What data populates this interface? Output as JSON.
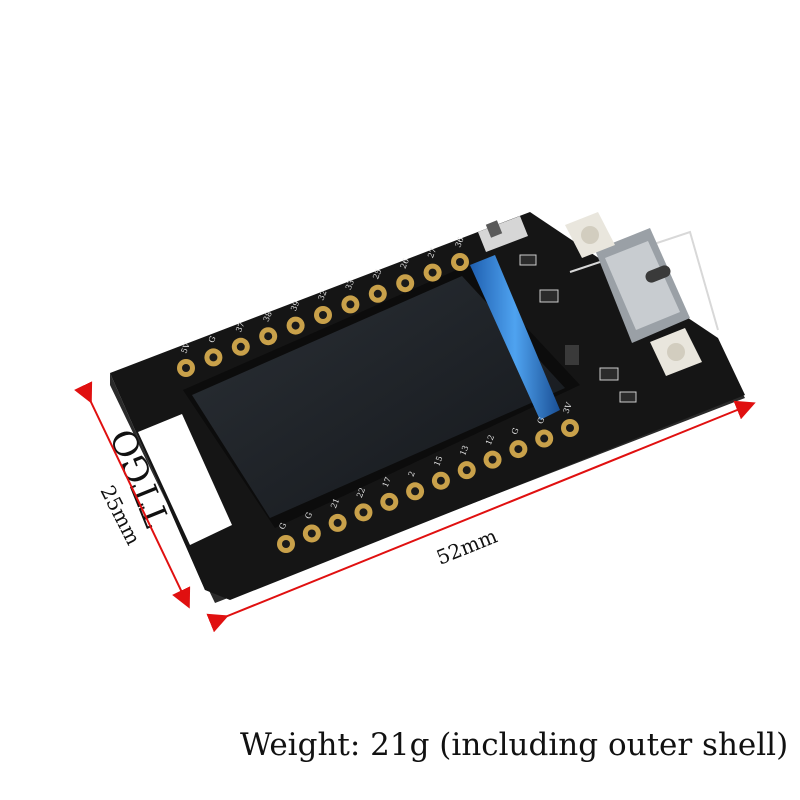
{
  "product": {
    "brand_label": "TTGO",
    "pin_labels_top": [
      "3V",
      "G",
      "G",
      "12",
      "13",
      "15",
      "2",
      "17",
      "22",
      "21",
      "G",
      "G"
    ],
    "pin_labels_bottom": [
      "5V",
      "G",
      "37",
      "38",
      "39",
      "32",
      "33",
      "25",
      "26",
      "27",
      "36"
    ],
    "colors": {
      "pcb": "#151515",
      "pcb_edge": "#2a2a2a",
      "pad": "#c9a14a",
      "screen": "#1b1f24",
      "screen_connector": "#2f7fd0",
      "dimension": "#e01010"
    }
  },
  "dimensions": {
    "width_label": "25mm",
    "length_label": "52mm"
  },
  "caption": "Weight: 21g (including outer shell)"
}
